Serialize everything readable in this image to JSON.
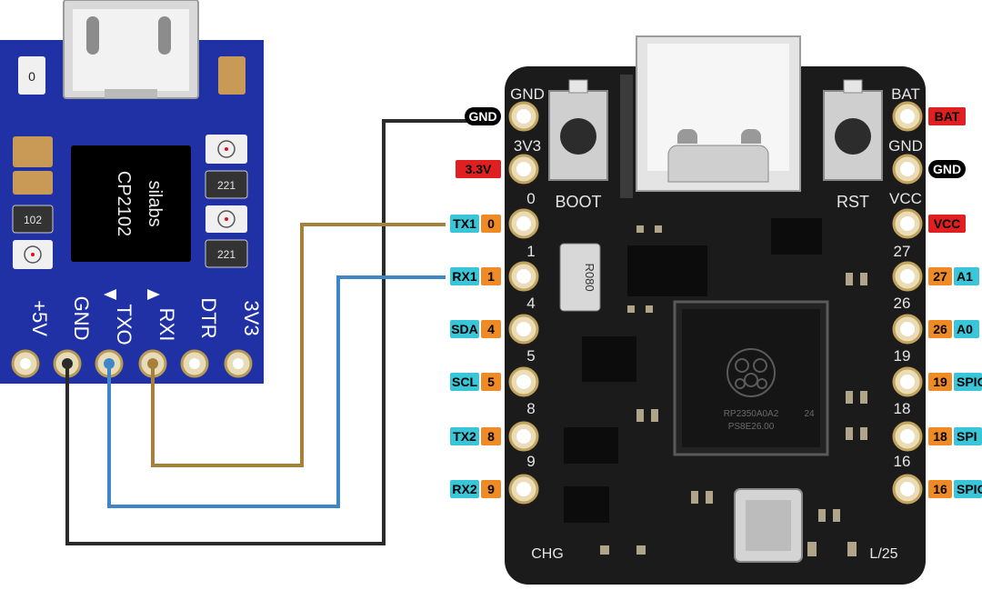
{
  "cp2102": {
    "brand": "silabs",
    "chip": "CP2102",
    "resistor_labels": [
      "0",
      "102",
      "221",
      "221"
    ],
    "pins": [
      "+5V",
      "GND",
      "TXO",
      "RXI",
      "DTR",
      "3V3"
    ]
  },
  "rp2350": {
    "buttons": [
      "BOOT",
      "RST"
    ],
    "left_silk": [
      "GND",
      "3V3",
      "0",
      "1",
      "4",
      "5",
      "8",
      "9"
    ],
    "right_silk": [
      "BAT",
      "GND",
      "VCC",
      "27",
      "26",
      "19",
      "18",
      "16"
    ],
    "chip_text": [
      "RP2350A0A2",
      "PS8E26.00",
      "24"
    ],
    "resistor": "R080",
    "bottom_left": "CHG",
    "bottom_right": "L/25"
  },
  "left_tags": [
    {
      "name": "GND",
      "color": "#000000",
      "text_color": "#ffffff"
    },
    {
      "name": "3.3V",
      "color": "#e02020",
      "text_color": "#000000"
    },
    {
      "func": "TX1",
      "num": "0"
    },
    {
      "func": "RX1",
      "num": "1"
    },
    {
      "func": "SDA",
      "num": "4"
    },
    {
      "func": "SCL",
      "num": "5"
    },
    {
      "func": "TX2",
      "num": "8"
    },
    {
      "func": "RX2",
      "num": "9"
    }
  ],
  "right_tags": [
    {
      "name": "BAT",
      "color": "#e02020",
      "text_color": "#000000"
    },
    {
      "name": "GND",
      "color": "#000000",
      "text_color": "#ffffff"
    },
    {
      "name": "VCC",
      "color": "#e02020",
      "text_color": "#000000"
    },
    {
      "num": "27",
      "func": "A1"
    },
    {
      "num": "26",
      "func": "A0"
    },
    {
      "num": "19",
      "func": "SPIO"
    },
    {
      "num": "18",
      "func": "SPI"
    },
    {
      "num": "16",
      "func": "SPIO"
    }
  ],
  "colors": {
    "cp2102_board": "#1f31a4",
    "rp2350_board": "#1b1b1b",
    "pin_number_tag": "#f08a24",
    "function_tag": "#38c6d8",
    "wire_gnd": "#2b2b2b",
    "wire_tx": "#a6813b",
    "wire_rx": "#3f86c9"
  }
}
